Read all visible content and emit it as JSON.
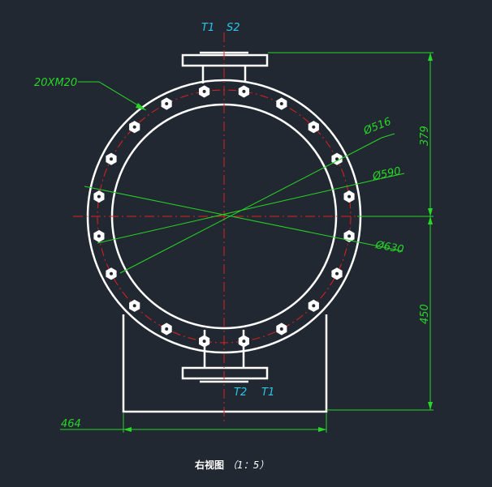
{
  "colors": {
    "background": "#222831",
    "outline": "#ffffff",
    "dimension": "#27d627",
    "centerline": "#e02020",
    "label_cyan": "#28c8e8"
  },
  "nozzle_labels": {
    "top_left": "T1",
    "top_right": "S2",
    "bottom_left": "T2",
    "bottom_right": "T1"
  },
  "callout": {
    "bolt_spec": "20XM20"
  },
  "diameters": {
    "inner": "Ø516",
    "middle": "Ø590",
    "outer": "Ø630"
  },
  "dimensions": {
    "upper_height": "379",
    "lower_height": "450",
    "base_width": "464"
  },
  "caption": {
    "title": "右视图",
    "scale": "（1：5）"
  },
  "bolt_count": 20
}
